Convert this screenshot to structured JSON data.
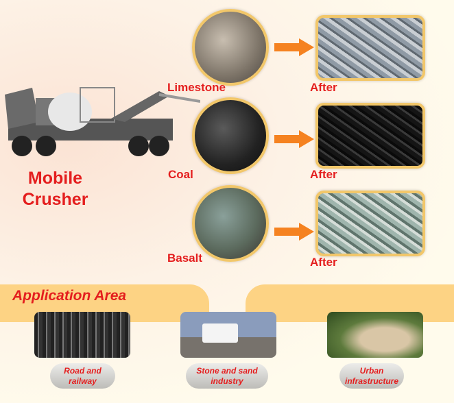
{
  "machine": {
    "title_line1": "Mobile",
    "title_line2": "Crusher"
  },
  "materials": [
    {
      "name": "Limestone",
      "after_label": "After"
    },
    {
      "name": "Coal",
      "after_label": "After"
    },
    {
      "name": "Basalt",
      "after_label": "After"
    }
  ],
  "application": {
    "title": "Application Area",
    "items": [
      {
        "label": "Road and railway"
      },
      {
        "label": "Stone and sand industry"
      },
      {
        "label": "Urban infrastructure"
      }
    ]
  },
  "colors": {
    "accent_red": "#e41e1e",
    "band": "#fdd384",
    "frame": "#f2c76a",
    "arrow": "#f58220"
  }
}
